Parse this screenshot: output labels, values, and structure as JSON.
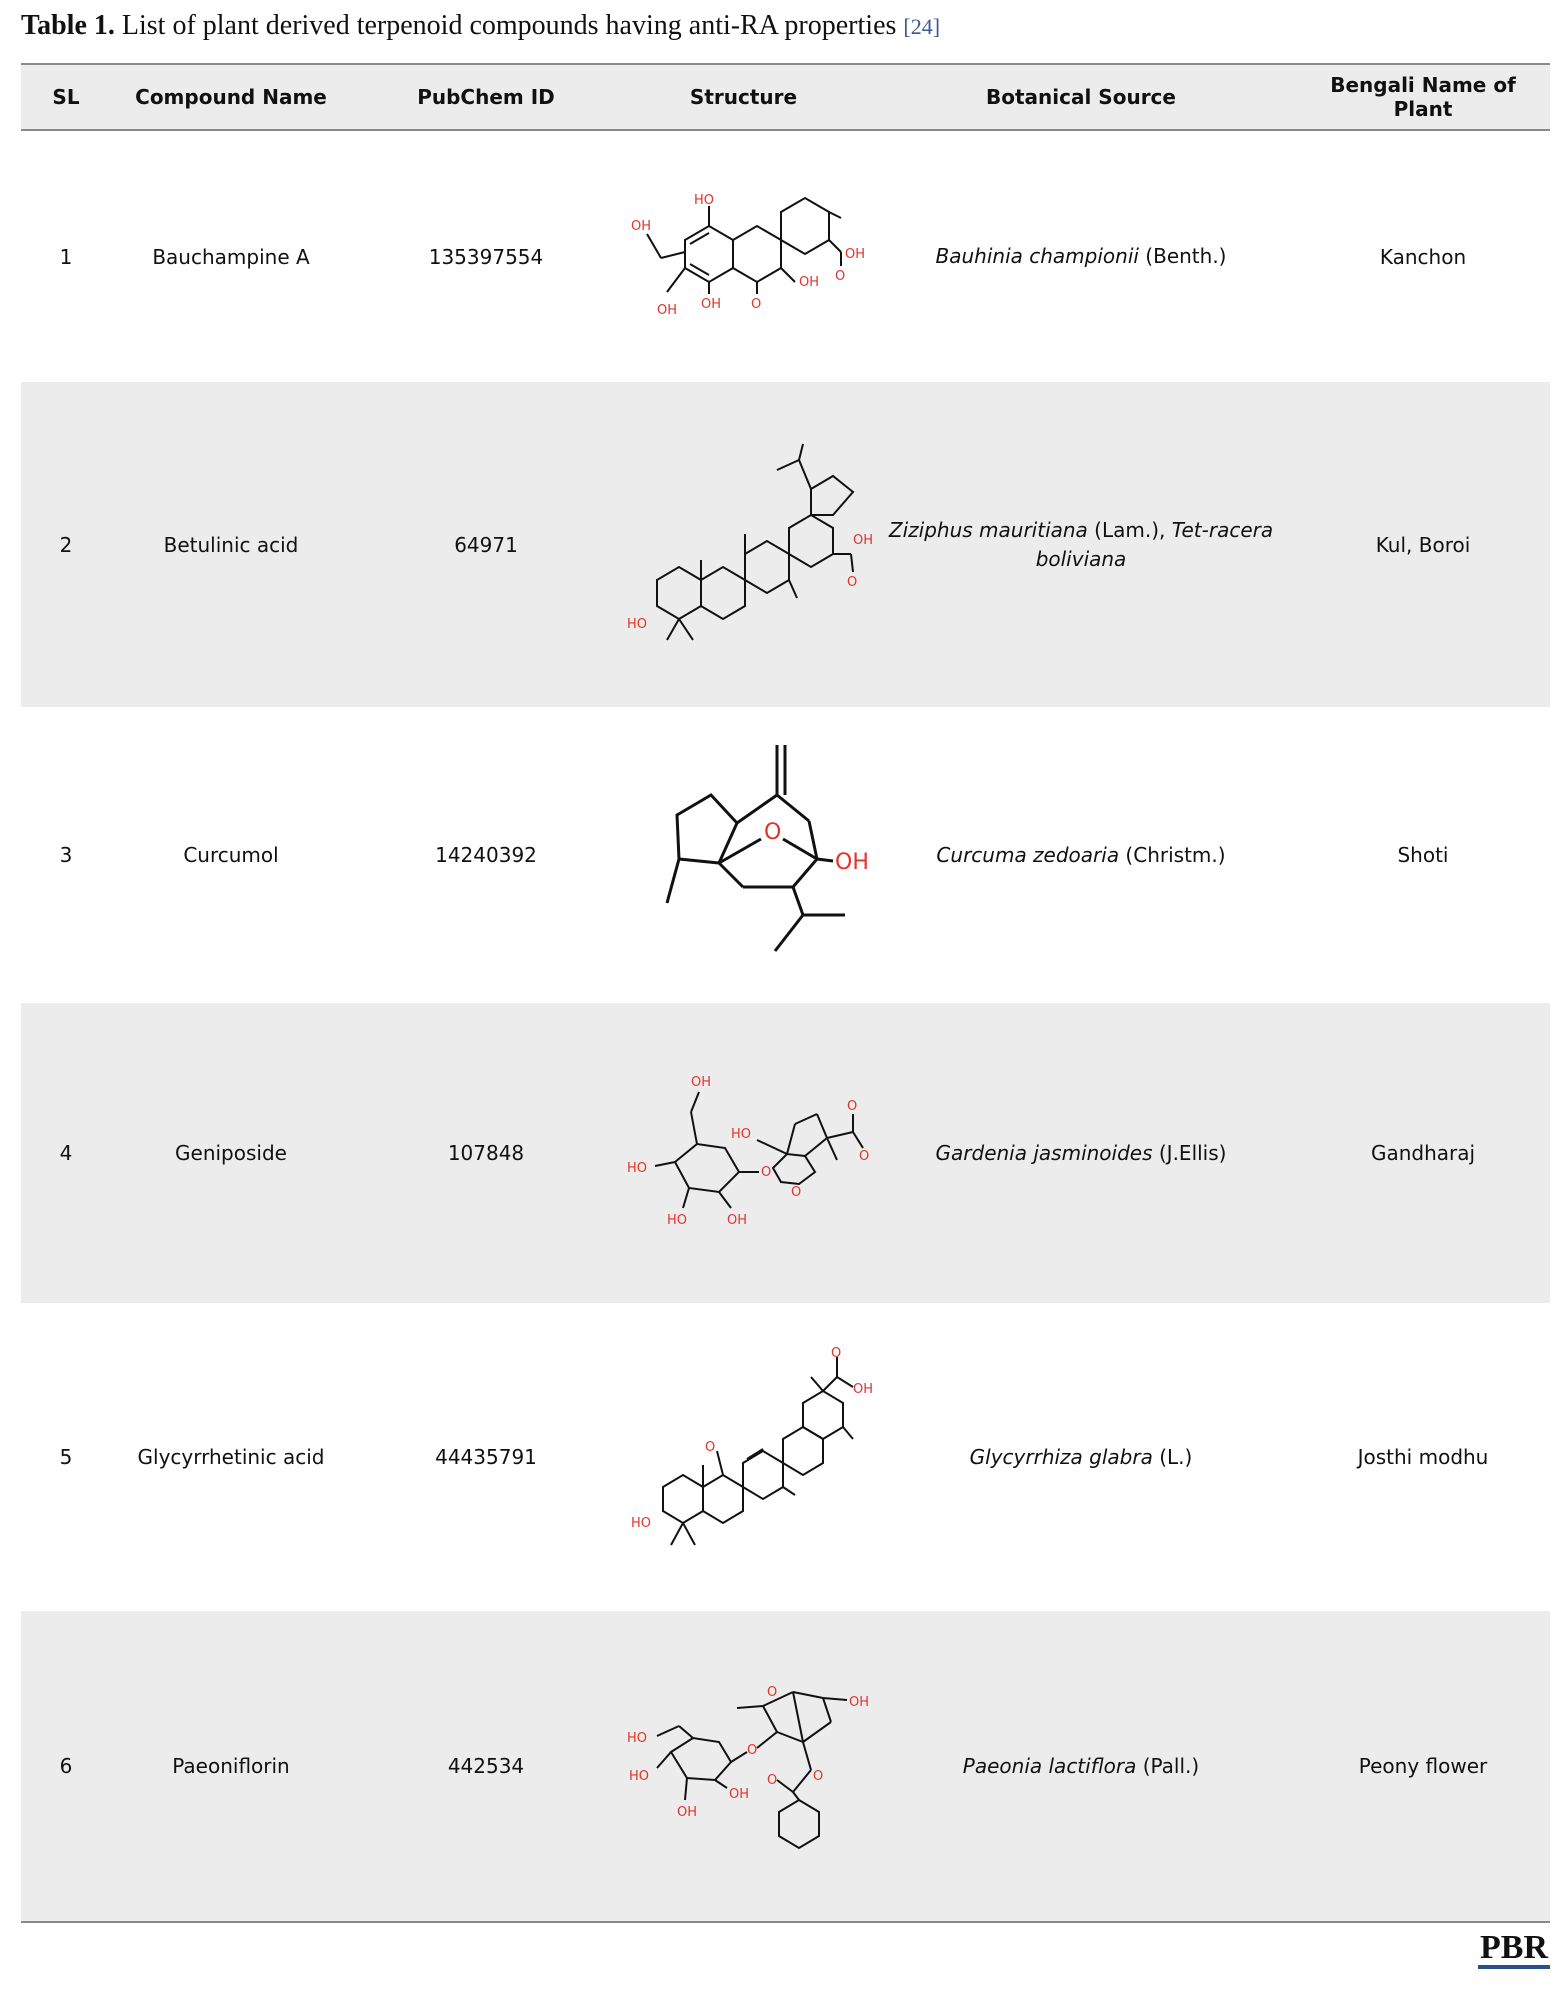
{
  "caption": {
    "label": "Table 1.",
    "text": " List of plant derived terpenoid compounds having anti-RA properties ",
    "ref": "[24]"
  },
  "headers": {
    "sl": "SL",
    "compound": "Compound Name",
    "pubchem": "PubChem ID",
    "structure": "Structure",
    "source": "Botanical Source",
    "bengali": "Bengali Name of Plant"
  },
  "rows": [
    {
      "sl": "1",
      "compound": "Bauchampine A",
      "pubchem": "135397554",
      "species": "Bauhinia championii",
      "authority": " (Benth.)",
      "bengali": "Kanchon"
    },
    {
      "sl": "2",
      "compound": "Betulinic acid",
      "pubchem": "64971",
      "species": "Ziziphus mauritiana",
      "authority": " (Lam.), ",
      "species2": "Tet-racera boliviana",
      "bengali": "Kul, Boroi"
    },
    {
      "sl": "3",
      "compound": "Curcumol",
      "pubchem": "14240392",
      "species": "Curcuma zedoaria",
      "authority": " (Christm.)",
      "bengali": "Shoti"
    },
    {
      "sl": "4",
      "compound": "Geniposide",
      "pubchem": "107848",
      "species": "Gardenia jasminoides",
      "authority": " (J.Ellis)",
      "bengali": "Gandharaj"
    },
    {
      "sl": "5",
      "compound": "Glycyrrhetinic acid",
      "pubchem": "44435791",
      "species": "Glycyrrhiza glabra",
      "authority": " (L.)",
      "bengali": "Josthi modhu"
    },
    {
      "sl": "6",
      "compound": "Paeoniflorin",
      "pubchem": "442534",
      "species": "Paeonia lactiflora",
      "authority": " (Pall.)",
      "bengali": "Peony flower"
    }
  ],
  "structure_labels": {
    "oh": "OH",
    "ho": "HO",
    "o": "O"
  },
  "colors": {
    "heteroatom": "#e0332b",
    "shade": "#ececed",
    "rule": "#8a8a8a",
    "ref": "#3b5a8f"
  },
  "logo": "PBR"
}
